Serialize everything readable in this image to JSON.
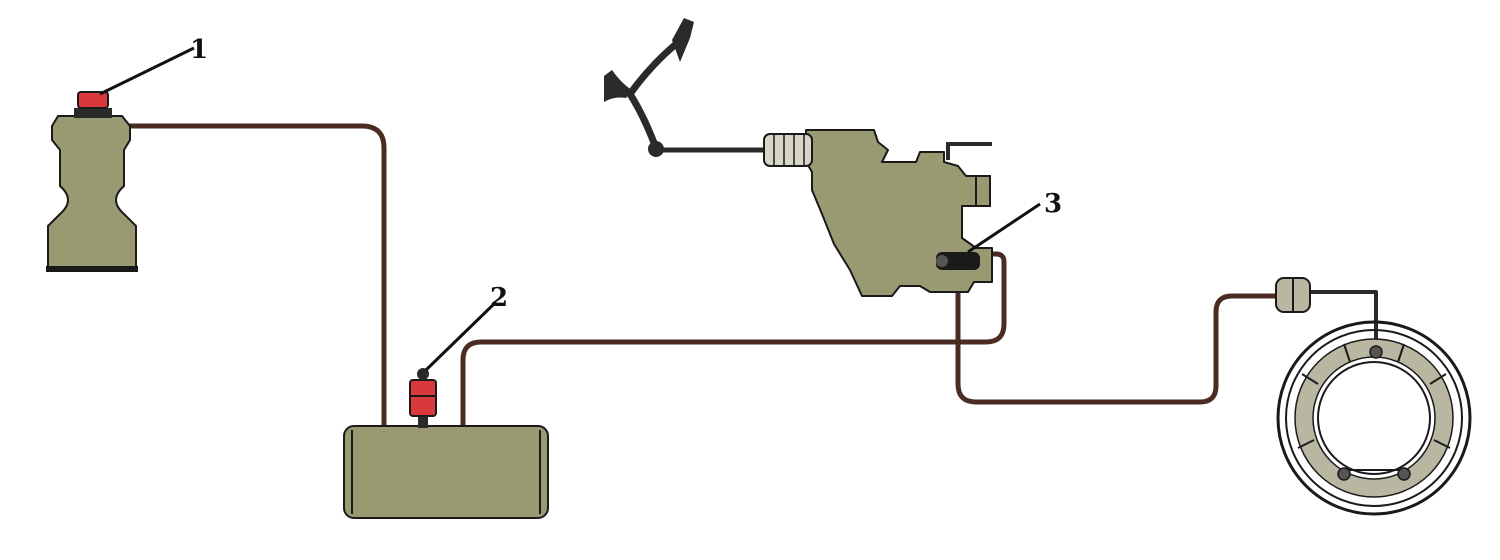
{
  "callouts": [
    {
      "id": "1",
      "label": "1"
    },
    {
      "id": "2",
      "label": "2"
    },
    {
      "id": "3",
      "label": "3"
    }
  ],
  "colors": {
    "component_fill": "#9a9a72",
    "pipe": "#4a2c22",
    "valve_red": "#d9393c",
    "outline": "#1a1a1a",
    "spring": "#d8d6c6",
    "lining": "#b9b7a2"
  },
  "components": [
    {
      "name": "compressor"
    },
    {
      "name": "air-reservoir"
    },
    {
      "name": "brake-pedal"
    },
    {
      "name": "brake-valve"
    },
    {
      "name": "brake-chamber"
    },
    {
      "name": "brake-drum"
    }
  ]
}
